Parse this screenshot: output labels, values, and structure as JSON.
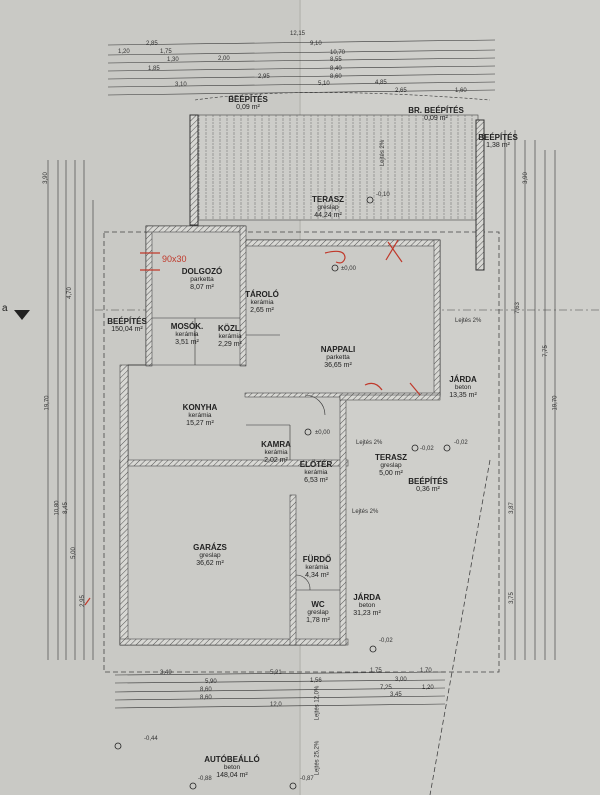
{
  "rooms": {
    "terasz_top": {
      "name": "TERASZ",
      "material": "greslap",
      "area": "44,24 m²"
    },
    "dolgozo": {
      "name": "DOLGOZÓ",
      "material": "parketta",
      "area": "8,07 m²"
    },
    "tarolo": {
      "name": "TÁROLÓ",
      "material": "kerámia",
      "area": "2,65 m²"
    },
    "mosok": {
      "name": "MOSÓK.",
      "material": "kerámia",
      "area": "3,51 m²"
    },
    "kozl": {
      "name": "KÖZL.",
      "material": "kerámia",
      "area": "2,29 m²"
    },
    "nappali": {
      "name": "NAPPALI",
      "material": "parketta",
      "area": "36,65 m²"
    },
    "konyha": {
      "name": "KONYHA",
      "material": "kerámia",
      "area": "15,27 m²"
    },
    "kamra": {
      "name": "KAMRA",
      "material": "kerámia",
      "area": "2,02 m²"
    },
    "eloter": {
      "name": "ELŐTÉR",
      "material": "kerámia",
      "area": "6,53 m²"
    },
    "terasz_small": {
      "name": "TERASZ",
      "material": "greslap",
      "area": "5,00 m²"
    },
    "garazs": {
      "name": "GARÁZS",
      "material": "greslap",
      "area": "36,62 m²"
    },
    "furdo": {
      "name": "FÜRDŐ",
      "material": "kerámia",
      "area": "4,34 m²"
    },
    "wc": {
      "name": "WC",
      "material": "greslap",
      "area": "1,78 m²"
    },
    "jarda_right": {
      "name": "JÁRDA",
      "material": "beton",
      "area": "13,35 m²"
    },
    "jarda_bottom": {
      "name": "JÁRDA",
      "material": "beton",
      "area": "31,23 m²"
    },
    "autobeallo": {
      "name": "AUTÓBEÁLLÓ",
      "material": "beton",
      "area": "148,04 m²"
    }
  },
  "beepites": [
    {
      "label": "BEÉPÍTÉS",
      "area": "0,09 m²"
    },
    {
      "label": "BR. BEÉPÍTÉS",
      "area": "0,09 m²"
    },
    {
      "label": "BEÉPÍTÉS",
      "area": "1,38 m²"
    },
    {
      "label": "BEÉPÍTÉS",
      "area": "150,04 m²"
    },
    {
      "label": "BEÉPÍTÉS",
      "area": "0,36 m²"
    }
  ],
  "levels": [
    "-0,10",
    "±0,00",
    "±0,00",
    "-0,02",
    "-0,02",
    "-0,02",
    "-0,44",
    "-0,88",
    "-0,87"
  ],
  "slopes": [
    "Lejtés 2%",
    "Lejtés 2%",
    "Lejtés 2%",
    "Lejtés 2%",
    "Lejtés 12,0%",
    "Lejtés 25,2%"
  ],
  "annotations": {
    "handwritten": "90x30",
    "section_marker": "a"
  },
  "dimensions": {
    "top": [
      "12,15",
      "2,85",
      "9,10",
      "1,20",
      "1,75",
      "10,70",
      "1,30",
      "2,00",
      "8,55",
      "1,85",
      "8,40",
      "2,95",
      "8,60",
      "3,10",
      "5,10",
      "4,85",
      "2,65",
      "1,60"
    ],
    "bottom": [
      "3,40",
      "5,21",
      "1,75",
      "1,70",
      "5,90",
      "1,56",
      "3,00",
      "8,60",
      "7,25",
      "1,20",
      "8,60",
      "3,45",
      "12,0"
    ],
    "left": [
      "3,90",
      "4,70",
      "19,70",
      "10,80",
      "8,45",
      "5,00",
      "2,95"
    ],
    "right": [
      "3,90",
      "7,63",
      "7,75",
      "19,70",
      "3,87",
      "3,75"
    ]
  }
}
